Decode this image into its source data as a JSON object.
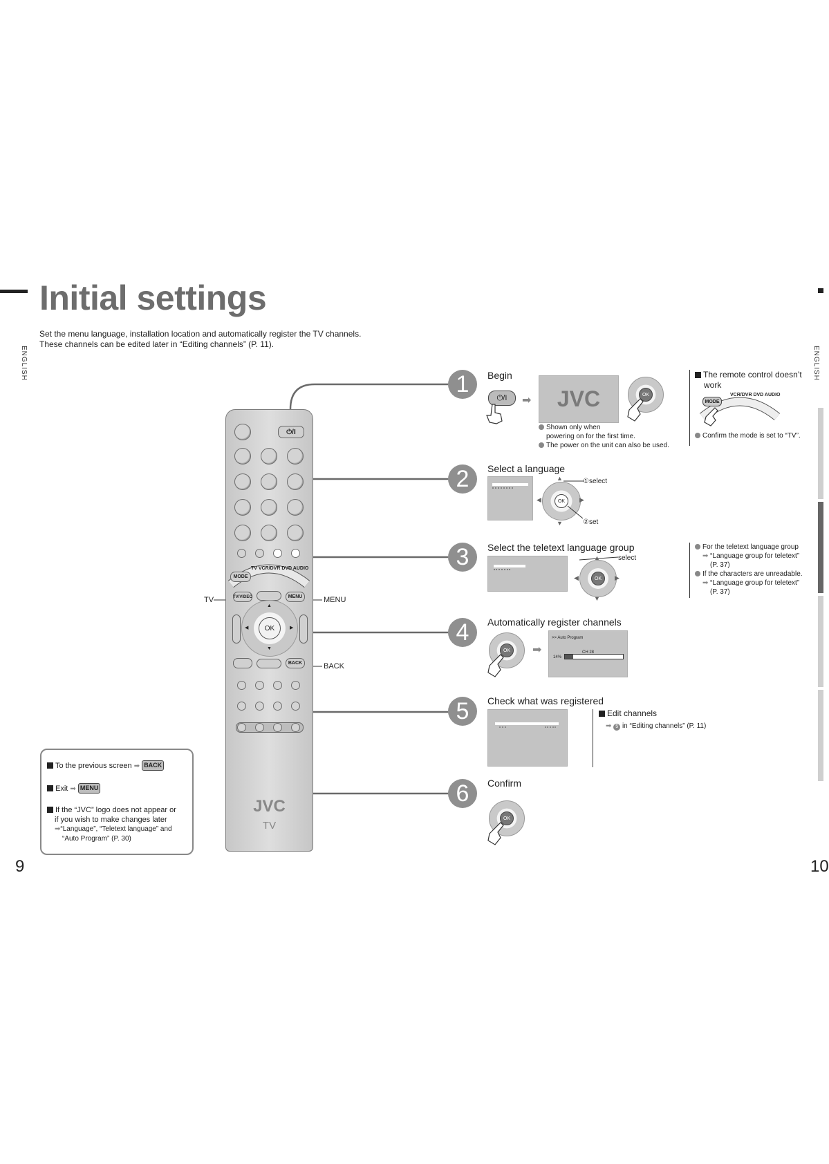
{
  "page": {
    "title": "Initial settings",
    "intro": [
      "Set the menu language, installation location and automatically register the TV channels.",
      "These channels can be edited later in “Editing channels” (P. 11)."
    ],
    "side_label": "ENGLISH",
    "page_left": "9",
    "page_right": "10"
  },
  "remote": {
    "power_label": "⏻/I",
    "mode_label": "MODE",
    "mode_arc": "TV VCR/DVR DVD AUDIO",
    "tv_video_label": "TV/VIDEO",
    "menu_label": "MENU",
    "ok_label": "OK",
    "back_label": "BACK",
    "brand": "JVC",
    "brand_sub": "TV",
    "callout_tv": "TV",
    "callout_menu": "MENU",
    "callout_back": "BACK"
  },
  "steps": [
    {
      "num": "1",
      "title": "Begin"
    },
    {
      "num": "2",
      "title": "Select a language"
    },
    {
      "num": "3",
      "title": "Select the teletext language group"
    },
    {
      "num": "4",
      "title": "Automatically register channels"
    },
    {
      "num": "5",
      "title": "Check what was registered"
    },
    {
      "num": "6",
      "title": "Confirm"
    }
  ],
  "step1": {
    "power_label": "⏻/I",
    "logo": "JVC",
    "ok": "OK",
    "notes": [
      "Shown only when",
      "powering on for the first time.",
      "The power on the unit can also be used."
    ]
  },
  "step2": {
    "label_select": "①select",
    "label_set": "②set",
    "ok": "OK"
  },
  "step3": {
    "label_select": "select",
    "ok": "OK"
  },
  "step4": {
    "screen_header": ">> Auto Program",
    "ch": "CH  28",
    "percent": "14%",
    "progress": 0.14,
    "ok": "OK"
  },
  "step5": {
    "edit_title": "Edit channels",
    "edit_ref": "in “Editing channels” (P. 11)",
    "edit_ref_num": "5"
  },
  "step6": {
    "ok": "OK"
  },
  "remote_note": {
    "title": "The remote control doesn’t",
    "title2": "work",
    "mode_label": "MODE",
    "mode_arc": "VCR/DVR DVD AUDIO",
    "note": "Confirm the mode is set to “TV”."
  },
  "teletext_notes": {
    "n1": "For the teletext language group",
    "n1_ref": "“Language group for teletext”",
    "n1_page": "(P. 37)",
    "n2": "If the characters are unreadable.",
    "n2_ref": "“Language group for teletext”",
    "n2_page": "(P. 37)"
  },
  "info_box": {
    "prev": "To the previous screen",
    "prev_key": "BACK",
    "exit": "Exit",
    "exit_key": "MENU",
    "logo1": "If the “JVC” logo does not appear or",
    "logo2": "if you wish to make changes later",
    "logo3": "“Language”, “Teletext language” and",
    "logo4": "“Auto Program” (P. 30)"
  },
  "colors": {
    "step_circle": "#8f8f8f",
    "title_gray": "#6d6d6d",
    "screen_gray": "#c3c3c3"
  }
}
